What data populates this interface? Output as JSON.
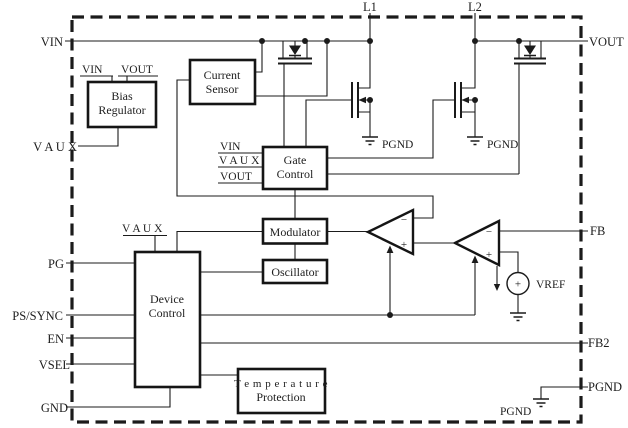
{
  "diagram_type": "power-converter-block-diagram",
  "colors": {
    "line": "#1b1b1b",
    "background": "#ffffff"
  },
  "pins": {
    "left": {
      "vin": "VIN",
      "vaux": "V A U X",
      "pg": "PG",
      "ps_sync": "PS/SYNC",
      "en": "EN",
      "vsel": "VSEL",
      "gnd": "GND"
    },
    "top": {
      "l1": "L1",
      "l2": "L2"
    },
    "right": {
      "vout": "VOUT",
      "fb": "FB",
      "fb2": "FB2",
      "pgnd": "PGND"
    }
  },
  "blocks": {
    "bias_regulator": {
      "line1": "Bias",
      "line2": "Regulator"
    },
    "current_sensor": {
      "line1": "Current",
      "line2": "Sensor"
    },
    "gate_control": {
      "line1": "Gate",
      "line2": "Control"
    },
    "modulator": {
      "label": "Modulator"
    },
    "oscillator": {
      "label": "Oscillator"
    },
    "device_control": {
      "line1": "Device",
      "line2": "Control"
    },
    "temperature_protection": {
      "line1": "T e m p e r a t u r e",
      "line2": "Protection"
    }
  },
  "net_labels": {
    "bias_vin": "VIN",
    "bias_vout": "VOUT",
    "gate_vin": "VIN",
    "gate_vaux": "V A U X",
    "gate_vout": "VOUT",
    "device_vaux": "V A U X",
    "pgnd_sw1": "PGND",
    "pgnd_sw2": "PGND",
    "pgnd_bottom": "PGND",
    "vref": "VREF"
  },
  "symbols": {
    "minus": "−",
    "plus": "+"
  }
}
